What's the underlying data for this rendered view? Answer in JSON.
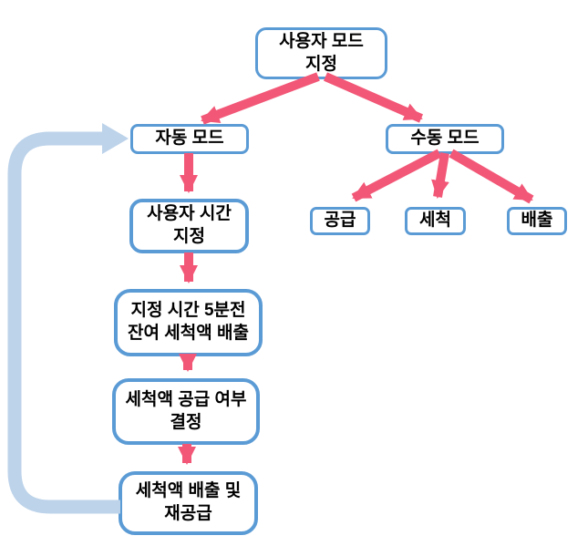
{
  "diagram": {
    "type": "flowchart",
    "language": "ko",
    "nodes": {
      "user_mode": {
        "label": "사용자 모드\n지정"
      },
      "auto_mode": {
        "label": "자동 모드"
      },
      "manual_mode": {
        "label": "수동 모드"
      },
      "supply": {
        "label": "공급"
      },
      "wash": {
        "label": "세척"
      },
      "discharge": {
        "label": "배출"
      },
      "user_time": {
        "label": "사용자 시간\n지정"
      },
      "five_min_discharge": {
        "label": "지정 시간 5분전\n잔여 세척액 배출"
      },
      "supply_decision": {
        "label": "세척액 공급 여부\n결정"
      },
      "discharge_resupply": {
        "label": "세척액 배출 및\n재공급"
      }
    },
    "edges": [
      {
        "from": "user_mode",
        "to": "auto_mode",
        "style": "pink-arrow"
      },
      {
        "from": "user_mode",
        "to": "manual_mode",
        "style": "pink-arrow"
      },
      {
        "from": "manual_mode",
        "to": "supply",
        "style": "pink-arrow"
      },
      {
        "from": "manual_mode",
        "to": "wash",
        "style": "pink-arrow"
      },
      {
        "from": "manual_mode",
        "to": "discharge",
        "style": "pink-arrow"
      },
      {
        "from": "auto_mode",
        "to": "user_time",
        "style": "pink-arrow"
      },
      {
        "from": "user_time",
        "to": "five_min_discharge",
        "style": "pink-arrow"
      },
      {
        "from": "five_min_discharge",
        "to": "supply_decision",
        "style": "pink-arrow"
      },
      {
        "from": "supply_decision",
        "to": "discharge_resupply",
        "style": "pink-arrow"
      },
      {
        "from": "discharge_resupply",
        "to": "auto_mode",
        "style": "light-blue-loop"
      }
    ],
    "colors": {
      "box_border": "#5b9bd5",
      "arrow_pink": "#f25777",
      "loop_arrow": "#bdd3ea",
      "text": "#000000",
      "background": "#ffffff"
    }
  }
}
